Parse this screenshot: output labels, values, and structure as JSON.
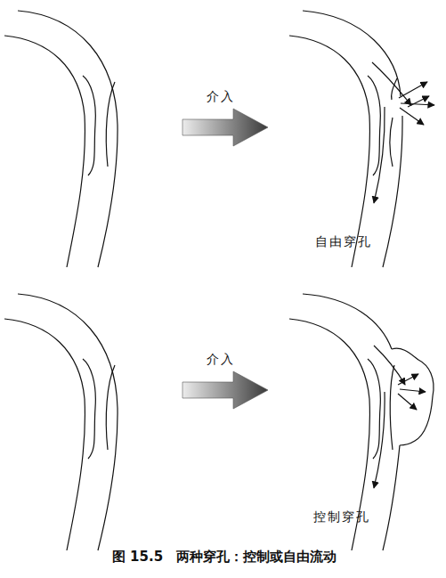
{
  "diagram": {
    "caption": "图 15.5　两种穿孔：控制或自由流动",
    "labels": [
      "介入",
      "自由穿孔",
      "介入",
      "控制穿孔"
    ]
  }
}
